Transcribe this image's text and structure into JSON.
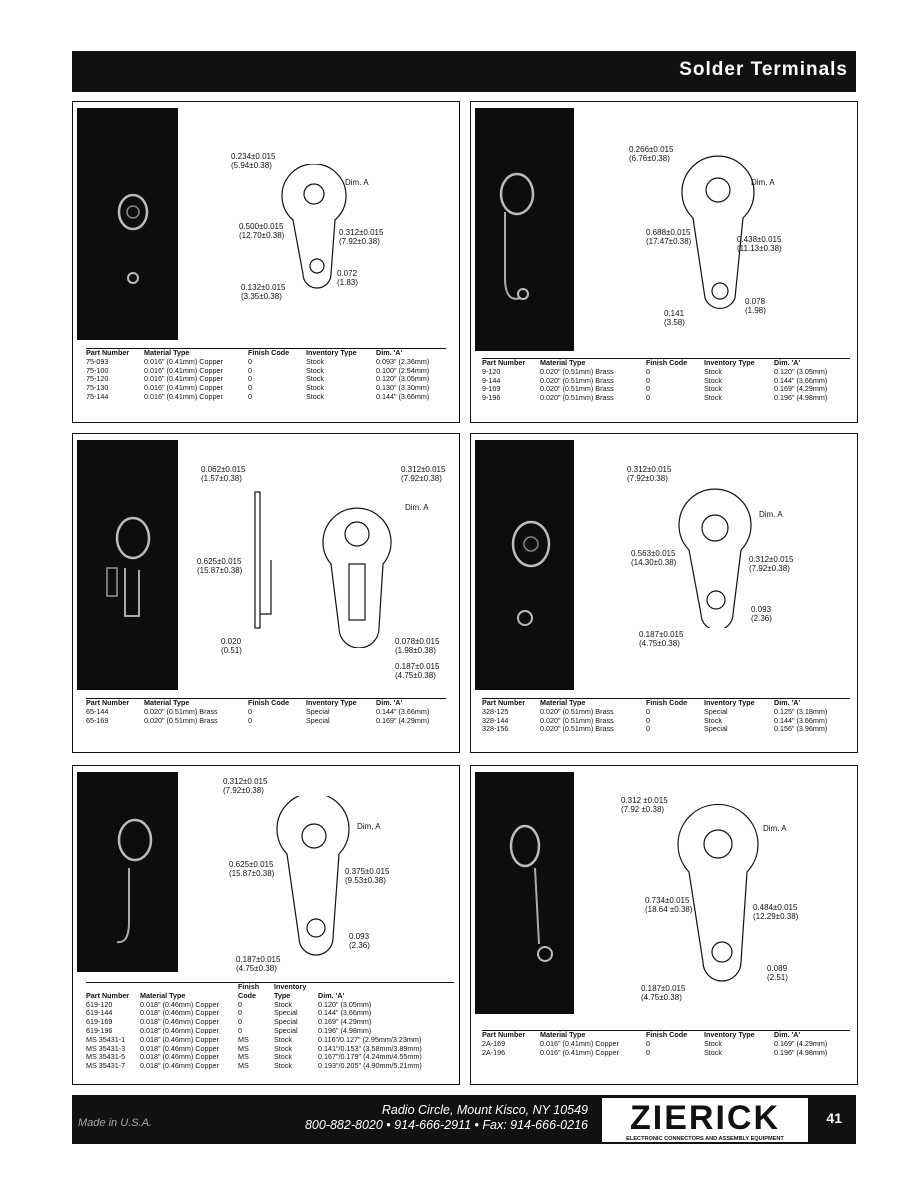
{
  "header": {
    "title": "Solder Terminals"
  },
  "panels": [
    {
      "labels": {
        "a": "0.234±0.015\n(5.94±0.38)",
        "b": "Dim. A",
        "c": "0.500±0.015\n(12.70±0.38)",
        "d": "0.312±0.015\n(7.92±0.38)",
        "e": "0.072\n(1.83)",
        "f": "0.132±0.015\n(3.35±0.38)"
      },
      "headers": [
        "Part\nNumber",
        "Material\nType",
        "Finish\nCode",
        "Inventory\nType",
        "Dim.\n'A'"
      ],
      "rows": [
        [
          "75-093",
          "0.016\" (0.41mm) Copper",
          "0",
          "Stock",
          "0.093\" (2.36mm)"
        ],
        [
          "75-100",
          "0.016\" (0.41mm) Copper",
          "0",
          "Stock",
          "0.100\" (2.54mm)"
        ],
        [
          "75-120",
          "0.016\" (0.41mm) Copper",
          "0",
          "Stock",
          "0.120\" (3.05mm)"
        ],
        [
          "75-130",
          "0.016\" (0.41mm) Copper",
          "0",
          "Stock",
          "0.130\" (3.30mm)"
        ],
        [
          "75-144",
          "0.016\" (0.41mm) Copper",
          "0",
          "Stock",
          "0.144\" (3.66mm)"
        ]
      ]
    },
    {
      "labels": {
        "a": "0.266±0.015\n(6.76±0.38)",
        "b": "Dim. A",
        "c": "0.688±0.015\n(17.47±0.38)",
        "d": "0.438±0.015\n(11.13±0.38)",
        "e": "0.078\n(1.98)",
        "f": "0.141\n(3.58)"
      },
      "headers": [
        "Part\nNumber",
        "Material\nType",
        "Finish\nCode",
        "Inventory\nType",
        "Dim.\n'A'"
      ],
      "rows": [
        [
          "9-120",
          "0.020\" (0.51mm) Brass",
          "0",
          "Stock",
          "0.120\" (3.05mm)"
        ],
        [
          "9-144",
          "0.020\" (0.51mm) Brass",
          "0",
          "Stock",
          "0.144\" (3.66mm)"
        ],
        [
          "9-169",
          "0.020\" (0.51mm) Brass",
          "0",
          "Stock",
          "0.169\" (4.29mm)"
        ],
        [
          "9-196",
          "0.020\" (0.51mm) Brass",
          "0",
          "Stock",
          "0.196\" (4.98mm)"
        ]
      ]
    },
    {
      "labels": {
        "a": "0.062±0.015\n(1.57±0.38)",
        "b": "0.312±0.015\n(7.92±0.38)",
        "c": "Dim. A",
        "d": "0.625±0.015\n(15.87±0.38)",
        "e": "0.020\n(0.51)",
        "f": "0.078±0.015\n(1.98±0.38)",
        "g": "0.187±0.015\n(4.75±0.38)"
      },
      "headers": [
        "Part\nNumber",
        "Material\nType",
        "Finish\nCode",
        "Inventory\nType",
        "Dim.\n'A'"
      ],
      "rows": [
        [
          "65-144",
          "0.020\" (0.51mm) Brass",
          "0",
          "Special",
          "0.144\" (3.66mm)"
        ],
        [
          "65-169",
          "0.020\" (0.51mm) Brass",
          "0",
          "Special",
          "0.169\" (4.29mm)"
        ]
      ]
    },
    {
      "labels": {
        "a": "0.312±0.015\n(7.92±0.38)",
        "b": "Dim. A",
        "c": "0.563±0.015\n(14.30±0.38)",
        "d": "0.312±0.015\n(7.92±0.38)",
        "e": "0.093\n(2.36)",
        "f": "0.187±0.015\n(4.75±0.38)"
      },
      "headers": [
        "Part\nNumber",
        "Material\nType",
        "Finish\nCode",
        "Inventory\nType",
        "Dim.\n'A'"
      ],
      "rows": [
        [
          "328-125",
          "0.020\" (0.51mm) Brass",
          "0",
          "Special",
          "0.125\" (3.18mm)"
        ],
        [
          "328-144",
          "0.020\" (0.51mm) Brass",
          "0",
          "Stock",
          "0.144\" (3.66mm)"
        ],
        [
          "328-156",
          "0.020\" (0.51mm) Brass",
          "0",
          "Special",
          "0.156\" (3.96mm)"
        ]
      ]
    },
    {
      "labels": {
        "a": "0.312±0.015\n(7.92±0.38)",
        "b": "Dim. A",
        "c": "0.625±0.015\n(15.87±0.38)",
        "d": "0.375±0.015\n(9.53±0.38)",
        "e": "0.093\n(2.36)",
        "f": "0.187±0.015\n(4.75±0.38)"
      },
      "headers": [
        "Part\nNumber",
        "Material\nType",
        "Finish\nCode",
        "Inventory\nType",
        "Dim.\n'A'"
      ],
      "rows": [
        [
          "619-120",
          "0.018\" (0.46mm) Copper",
          "0",
          "Stock",
          "0.120\" (3.05mm)"
        ],
        [
          "619-144",
          "0.018\" (0.46mm) Copper",
          "0",
          "Special",
          "0.144\" (3.66mm)"
        ],
        [
          "619-169",
          "0.018\" (0.46mm) Copper",
          "0",
          "Special",
          "0.169\" (4.29mm)"
        ],
        [
          "619-196",
          "0.018\" (0.46mm) Copper",
          "0",
          "Special",
          "0.196\" (4.98mm)"
        ],
        [
          "MS 35431-1",
          "0.018\" (0.46mm) Copper",
          "MS",
          "Stock",
          "0.116\"/0.127\" (2.95mm/3.23mm)"
        ],
        [
          "MS 35431-3",
          "0.018\" (0.46mm) Copper",
          "MS",
          "Stock",
          "0.141\"/0.153\" (3.58mm/3.89mm)"
        ],
        [
          "MS 35431-5",
          "0.018\" (0.46mm) Copper",
          "MS",
          "Stock",
          "0.167\"/0.179\" (4.24mm/4.55mm)"
        ],
        [
          "MS 35431-7",
          "0.018\" (0.46mm) Copper",
          "MS",
          "Stock",
          "0.193\"/0.205\" (4.90mm/5.21mm)"
        ]
      ]
    },
    {
      "labels": {
        "a": "0.312 ±0.015\n(7.92 ±0.38)",
        "b": "Dim. A",
        "c": "0.734±0.015\n(18.64 ±0.38)",
        "d": "0.484±0.015\n(12.29±0.38)",
        "e": "0.089\n(2.51)",
        "f": "0.187±0.015\n(4.75±0.38)"
      },
      "headers": [
        "Part\nNumber",
        "Material\nType",
        "Finish\nCode",
        "Inventory\nType",
        "Dim.\n'A'"
      ],
      "rows": [
        [
          "2A-169",
          "0.016\" (0.41mm) Copper",
          "0",
          "Stock",
          "0.169\" (4.29mm)"
        ],
        [
          "2A-196",
          "0.016\" (0.41mm) Copper",
          "0",
          "Stock",
          "0.196\" (4.98mm)"
        ]
      ]
    }
  ],
  "footer": {
    "made_in": "Made in U.S.A.",
    "address": "Radio Circle, Mount Kisco, NY 10549",
    "phones": "800-882-8020 • 914-666-2911 • Fax: 914-666-0216",
    "logo": "ZIERICK",
    "tagline": "ELECTRONIC CONNECTORS AND ASSEMBLY EQUIPMENT",
    "page_number": "41"
  }
}
